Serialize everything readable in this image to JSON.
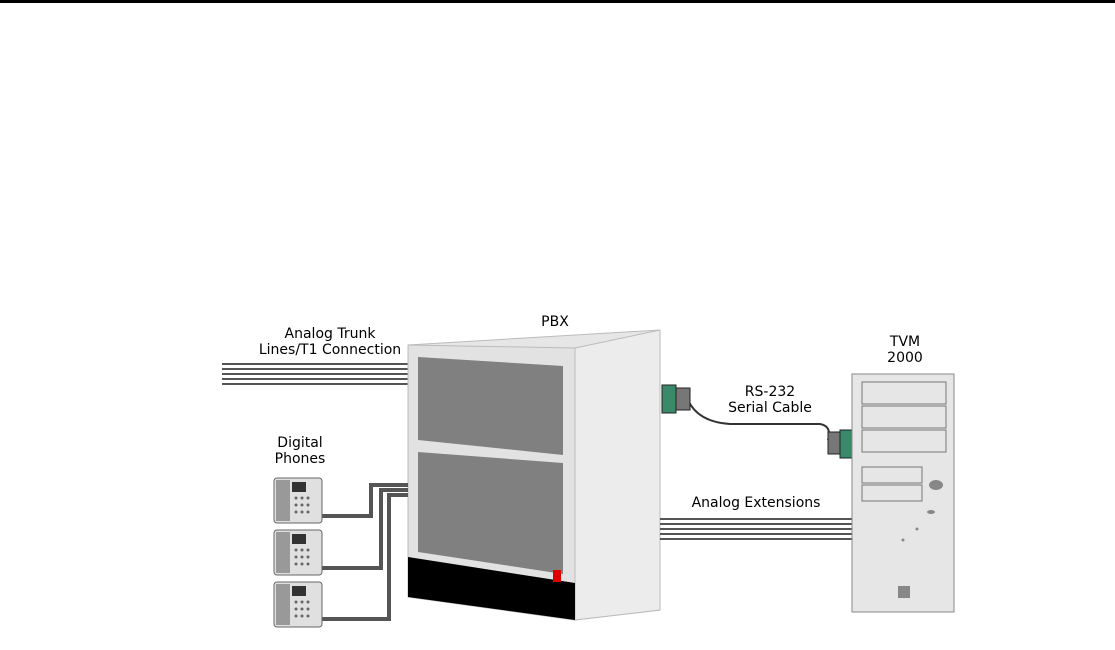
{
  "labels": {
    "pbx": "PBX",
    "trunk_line1": "Analog Trunk",
    "trunk_line2": "Lines/T1 Connection",
    "phones_line1": "Digital",
    "phones_line2": "Phones",
    "serial_line1": "RS-232",
    "serial_line2": "Serial Cable",
    "tvm_line1": "TVM",
    "tvm_line2": "2000",
    "extensions": "Analog Extensions"
  },
  "colors": {
    "cabinet": "#e8e8e8",
    "panel": "#808080",
    "base": "#000000",
    "led": "#dd0000",
    "cable": "#555555"
  }
}
